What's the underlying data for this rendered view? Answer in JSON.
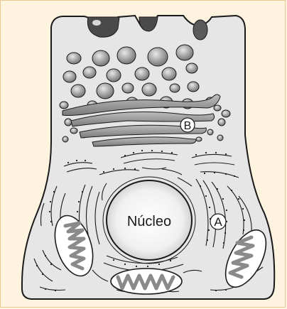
{
  "diagram": {
    "nucleus_label": "Núcleo",
    "label_a": "A",
    "label_b": "B"
  },
  "colors": {
    "background": "#fdf3df",
    "cell_fill": "#e6e6e6",
    "outline": "#1a1a1a",
    "vesicle": "#9a9a9a",
    "nucleus_fill": "#f7f7f7"
  }
}
